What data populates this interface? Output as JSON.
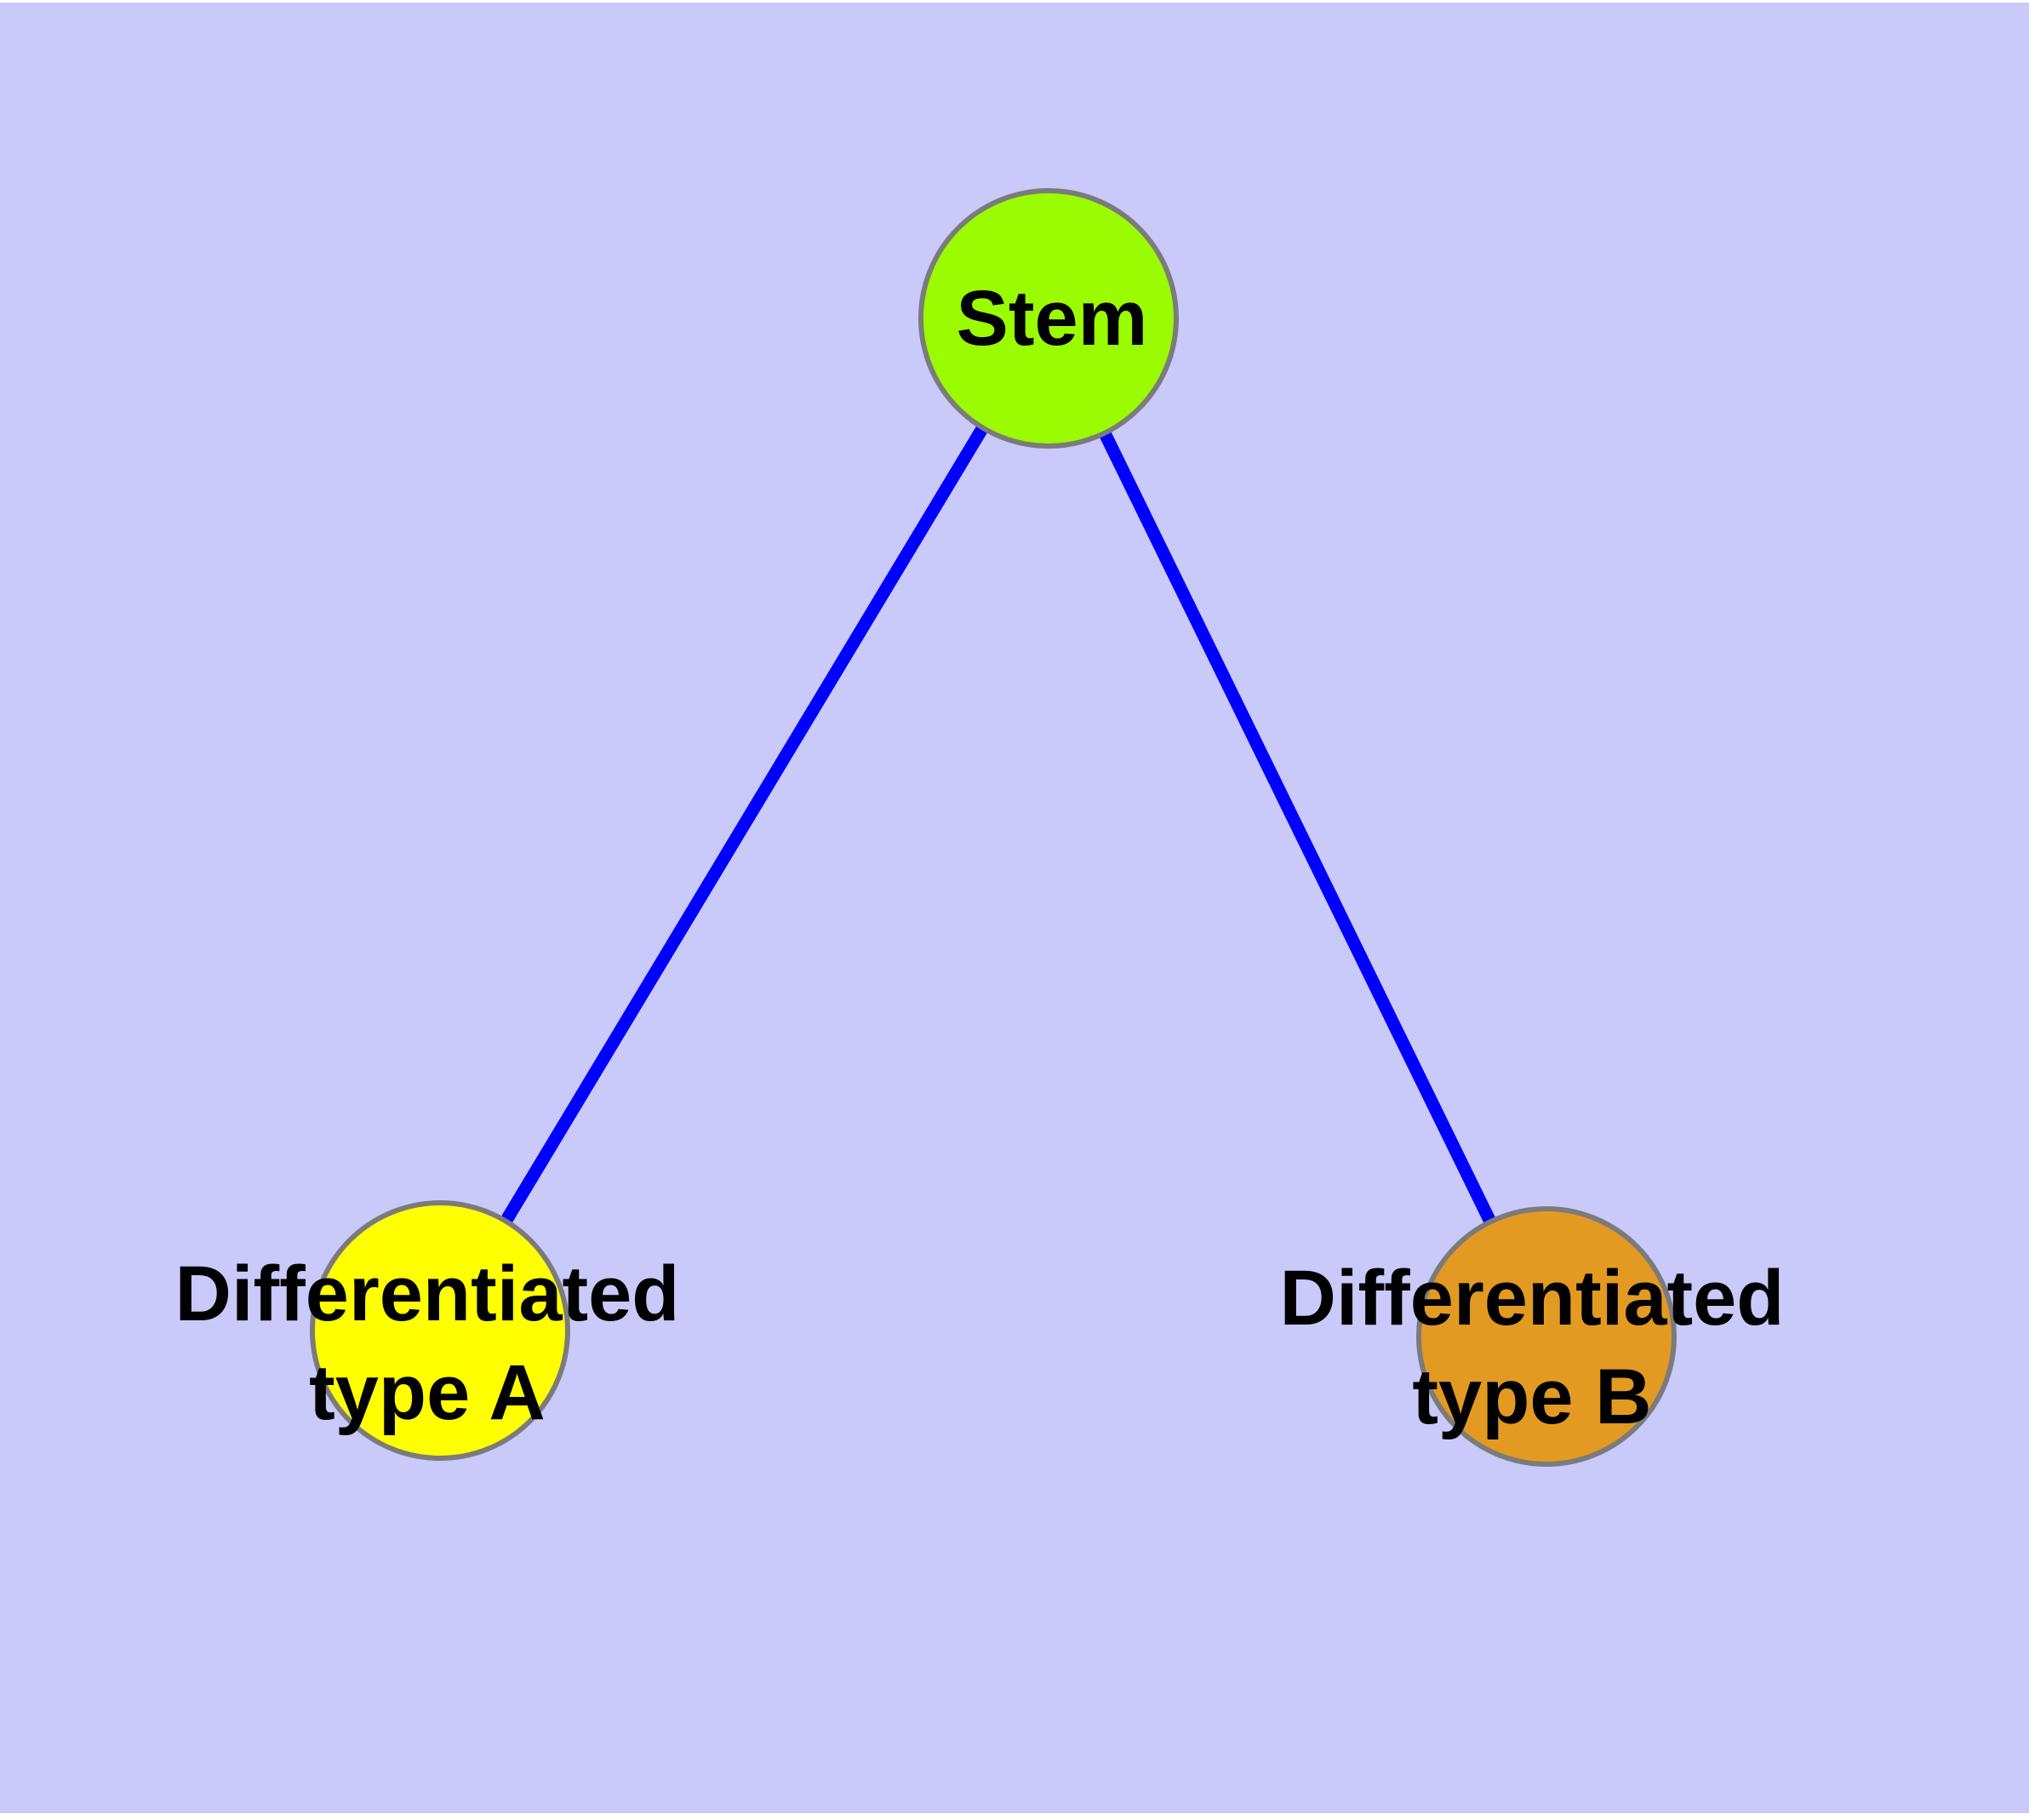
{
  "diagram": {
    "page_background": "#FFFFFF",
    "background": "#C9C9FA",
    "text_color": "#000000",
    "nodes": [
      {
        "id": "stem",
        "lines": [
          "Stem"
        ],
        "fill": "#9BFB00",
        "border": "#7B7B7B"
      },
      {
        "id": "differentiated-type-a",
        "lines": [
          "Differentiated",
          "type A"
        ],
        "fill": "#FFFF00",
        "border": "#7B7B7B"
      },
      {
        "id": "differentiated-type-b",
        "lines": [
          "Differentiated",
          "type B"
        ],
        "fill": "#E39A22",
        "border": "#7B7B7B"
      }
    ],
    "edges": [
      {
        "from": "stem",
        "to": "differentiated-type-a",
        "color": "#0000FF"
      },
      {
        "from": "stem",
        "to": "differentiated-type-b",
        "color": "#0000FF"
      }
    ]
  }
}
